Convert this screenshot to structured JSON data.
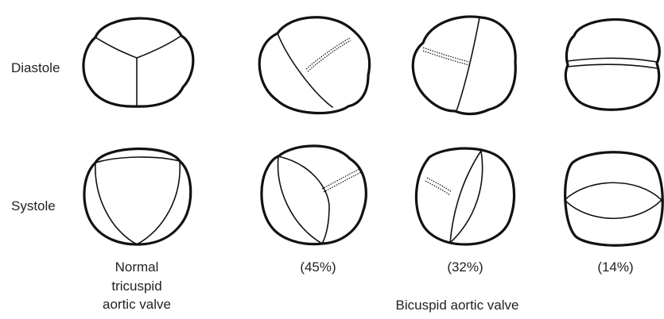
{
  "row_labels": {
    "diastole": "Diastole",
    "systole": "Systole"
  },
  "column_captions": {
    "normal_line1": "Normal",
    "normal_line2": "tricuspid",
    "normal_line3": "aortic valve",
    "bicuspid_a": "(45%)",
    "bicuspid_b": "(32%)",
    "bicuspid_c": "(14%)"
  },
  "group_caption": "Bicuspid aortic valve"
}
